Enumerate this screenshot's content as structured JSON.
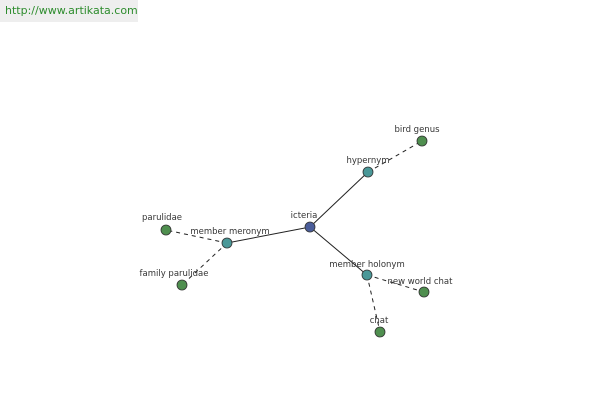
{
  "site_url": "http://www.artikata.com",
  "colors": {
    "center": "#4a5d9a",
    "relation": "#4a9898",
    "leaf": "#4f8f4f",
    "stroke": "#333333",
    "edge": "#222222"
  },
  "nodes": [
    {
      "id": "icteria",
      "label": "icteria",
      "kind": "center"
    },
    {
      "id": "hypernym",
      "label": "hypernym",
      "kind": "relation"
    },
    {
      "id": "bird-genus",
      "label": "bird genus",
      "kind": "leaf"
    },
    {
      "id": "member-meronym",
      "label": "member meronym",
      "kind": "relation"
    },
    {
      "id": "parulidae",
      "label": "parulidae",
      "kind": "leaf"
    },
    {
      "id": "family-parulidae",
      "label": "family parulidae",
      "kind": "leaf"
    },
    {
      "id": "member-holonym",
      "label": "member holonym",
      "kind": "relation"
    },
    {
      "id": "new-world-chat",
      "label": "new world chat",
      "kind": "leaf"
    },
    {
      "id": "chat",
      "label": "chat",
      "kind": "leaf"
    }
  ],
  "edges": [
    {
      "from": "icteria",
      "to": "hypernym",
      "style": "solid"
    },
    {
      "from": "icteria",
      "to": "member-meronym",
      "style": "solid"
    },
    {
      "from": "icteria",
      "to": "member-holonym",
      "style": "solid"
    },
    {
      "from": "hypernym",
      "to": "bird-genus",
      "style": "dashed"
    },
    {
      "from": "member-meronym",
      "to": "parulidae",
      "style": "dashed"
    },
    {
      "from": "member-meronym",
      "to": "family-parulidae",
      "style": "dashed"
    },
    {
      "from": "member-holonym",
      "to": "new-world-chat",
      "style": "dashed"
    },
    {
      "from": "member-holonym",
      "to": "chat",
      "style": "dashed"
    }
  ]
}
